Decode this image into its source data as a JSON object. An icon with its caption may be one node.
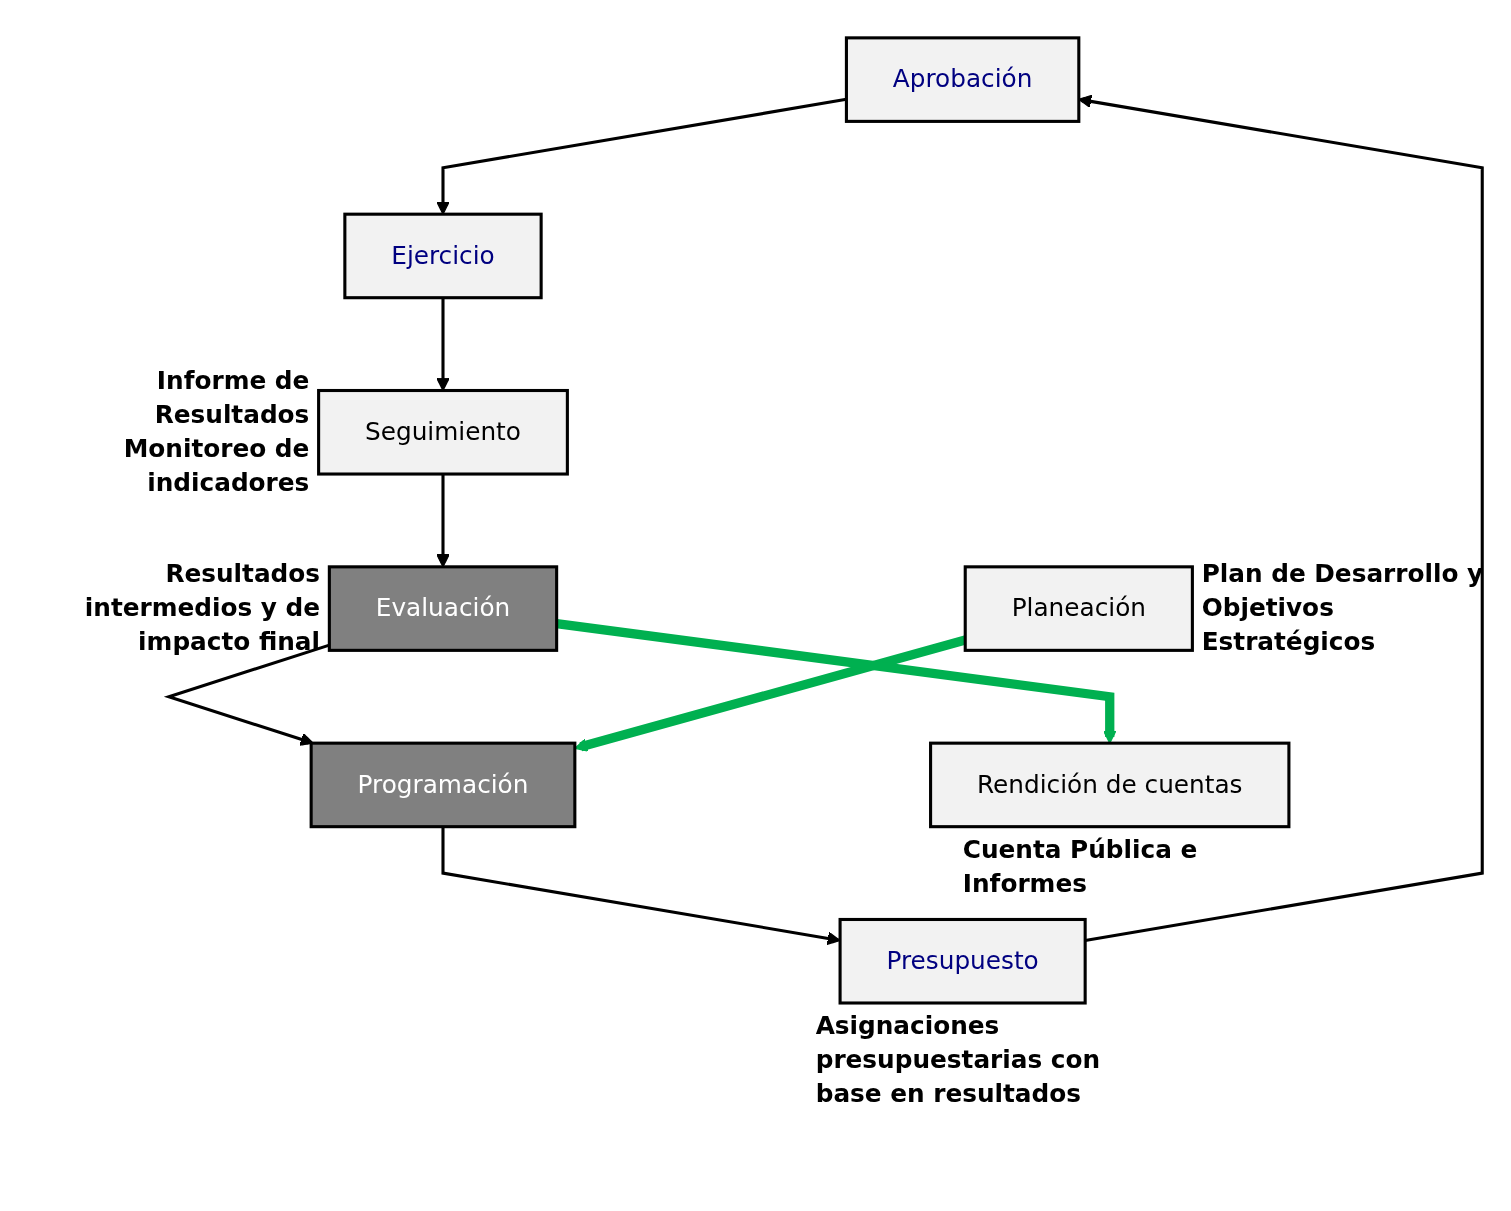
{
  "diagram": {
    "nodes": [
      {
        "text": [
          "Aprobación"
        ]
      },
      {
        "text": [
          "Ejercicio"
        ]
      },
      {
        "text": [
          "Seguimiento"
        ],
        "beside": [
          "Informe de Resultados Monitoreo de indicadores"
        ]
      },
      {
        "text": [
          "Presupuesto"
        ],
        "beside": [
          "Asignaciones presupuestarias con base en resultados"
        ]
      },
      {
        "text": [
          "Evaluación"
        ],
        "beside": [
          "Resultados intermedios y de impacto final"
        ]
      },
      {
        "text": [
          "Programación"
        ]
      },
      {
        "text": [
          "Planeación"
        ],
        "beside": [
          "Plan de Desarrollo y Objetivos Estratégicos"
        ]
      },
      {
        "text": [
          "Rendición de cuentas"
        ],
        "beside": [
          "Cuenta Pública e Informes"
        ]
      }
    ],
    "edges": [
      {
        "from": 3,
        "to": 0,
        "arrow": "to"
      },
      {
        "from": 0,
        "to": 1,
        "arrow": "to"
      },
      {
        "from": 1,
        "to": 2,
        "arrow": "to"
      },
      {
        "from": 2,
        "to": 4,
        "arrow": "to"
      },
      {
        "from": 4,
        "to": 5,
        "arrow": "to"
      },
      {
        "from": 5,
        "to": 3,
        "arrow": "to"
      },
      {
        "from": 6,
        "to": 5,
        "arrow": "to",
        "style": "thick",
        "color": "#00b050"
      },
      {
        "from": 4,
        "to": 7,
        "arrow": "to",
        "style": "thick",
        "color": "#00b050"
      }
    ]
  }
}
